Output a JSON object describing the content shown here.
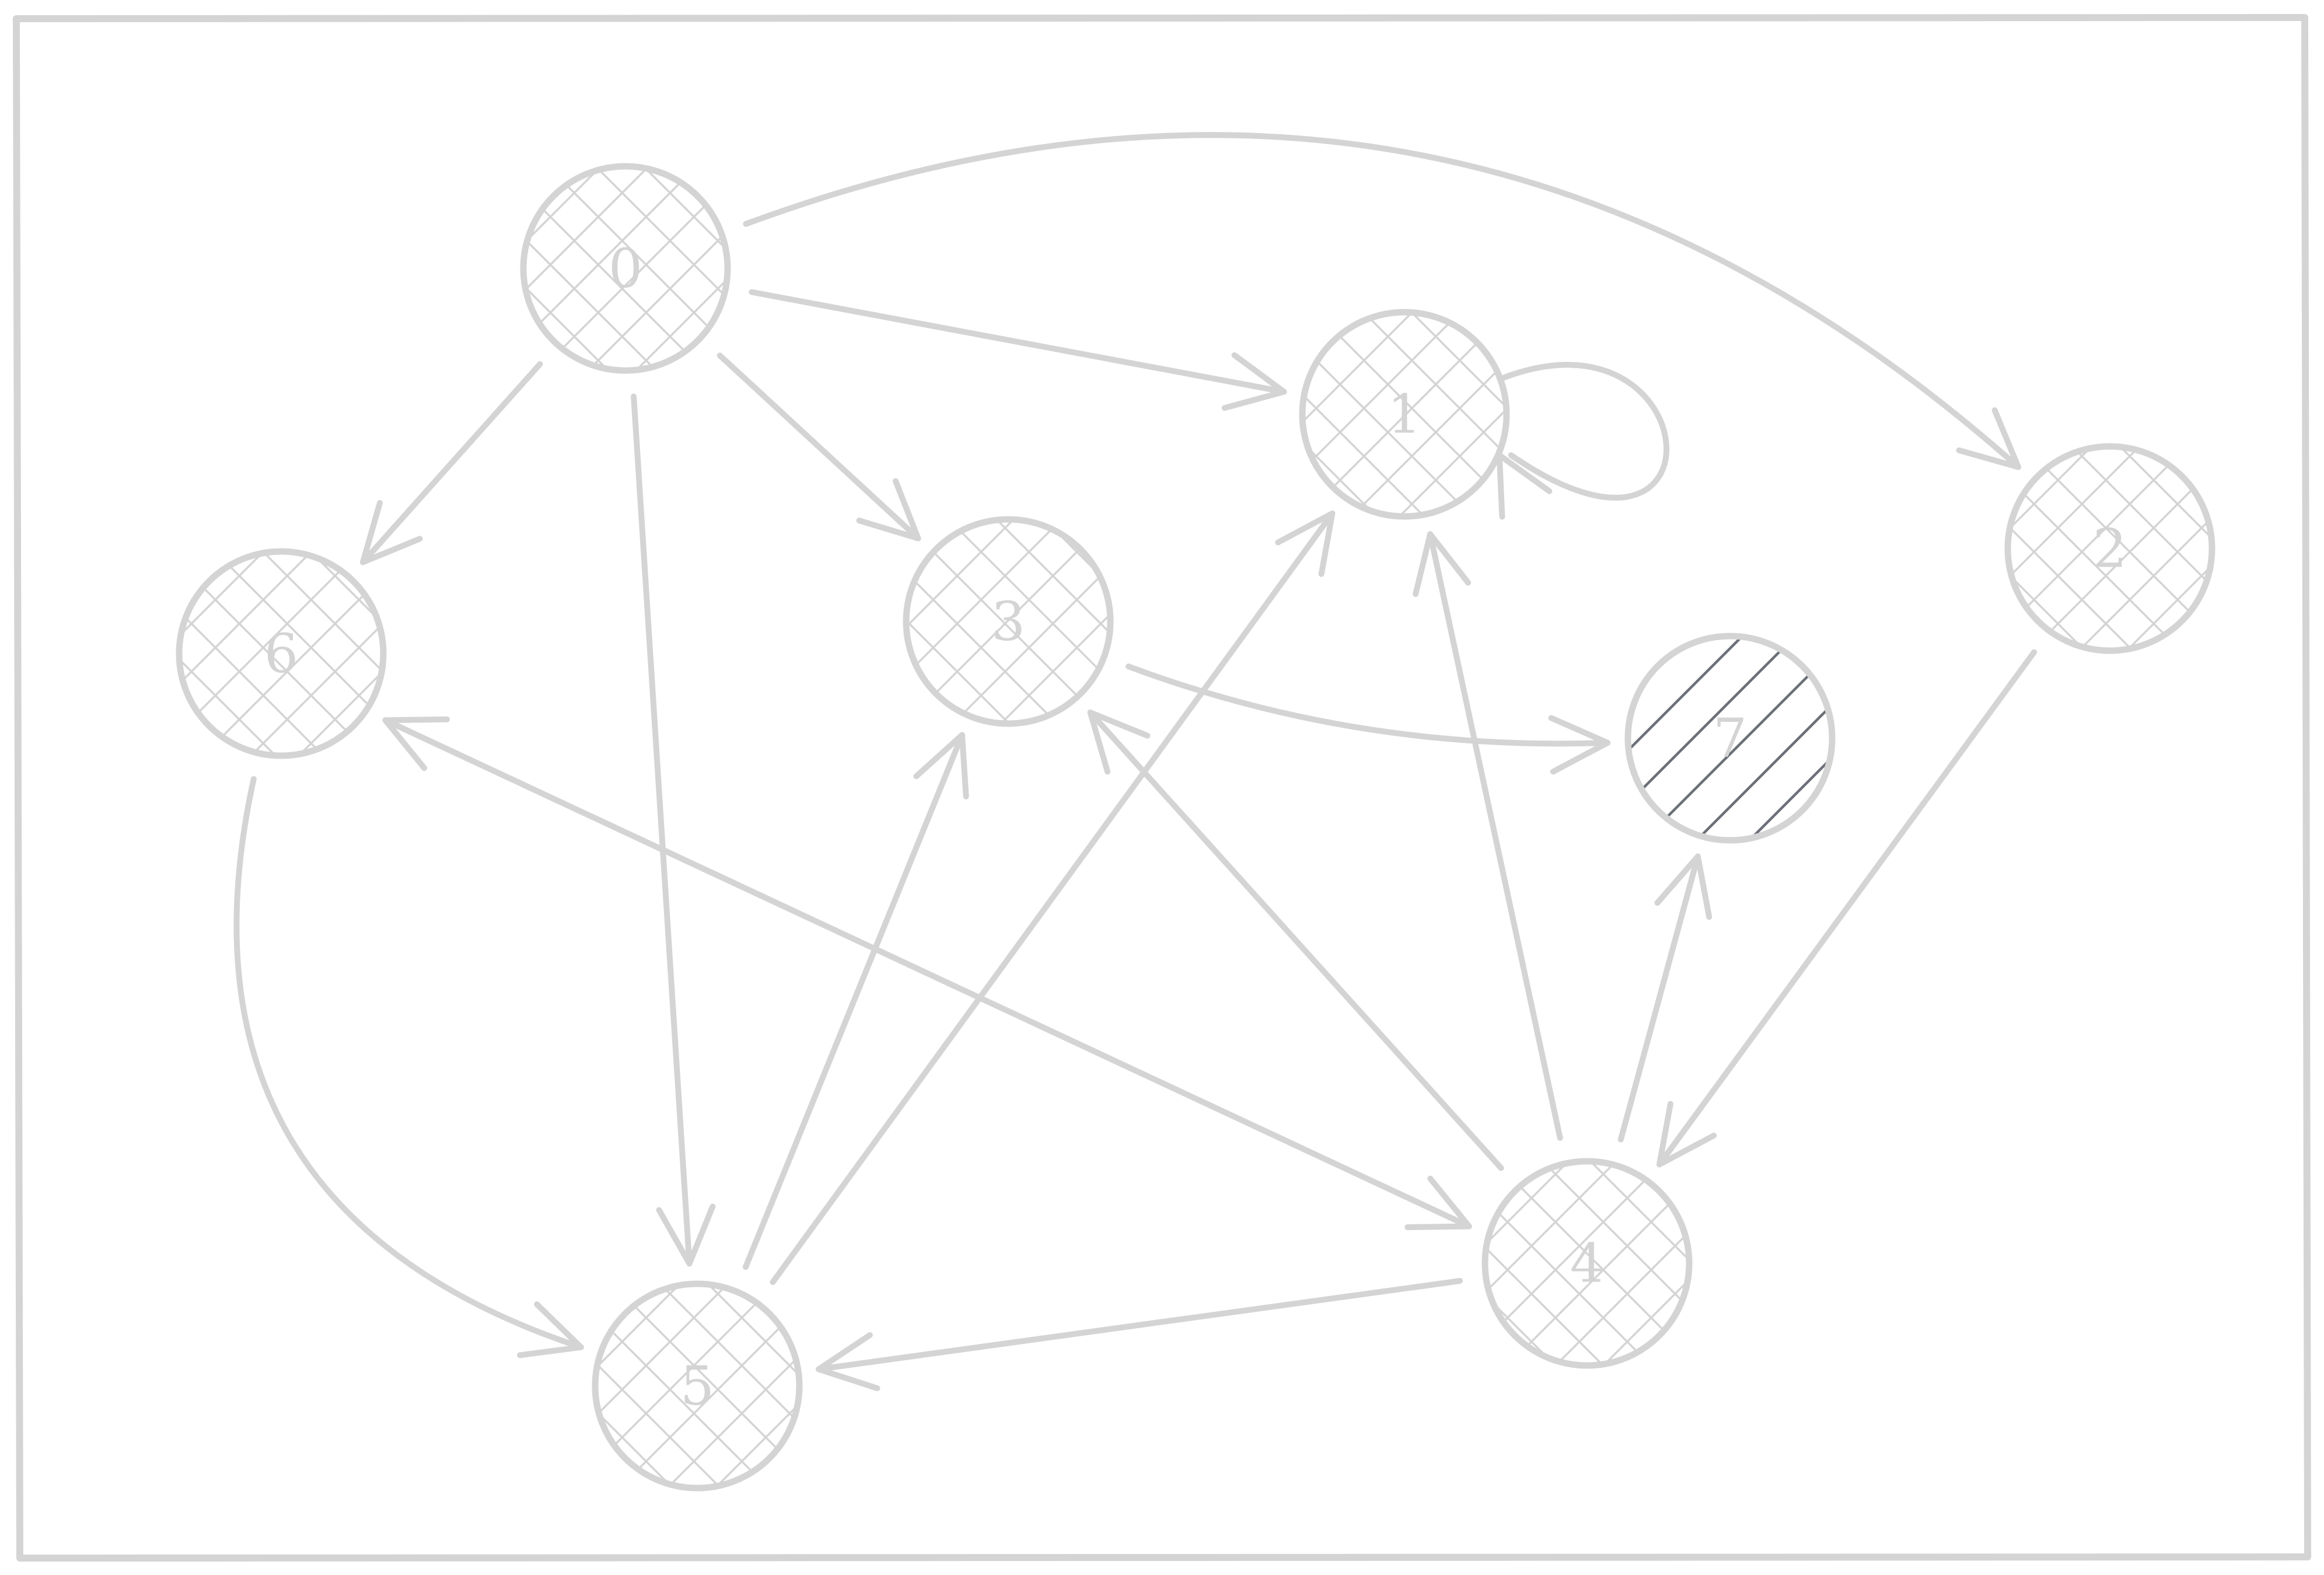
{
  "colors": {
    "stroke": "#d4d4d4",
    "hatch_light": "#d4d4d4",
    "hatch_dark": "#6b6f78",
    "background": "#ffffff"
  },
  "graph": {
    "nodes": [
      {
        "id": "0",
        "label": "0",
        "fill": "crosshatch"
      },
      {
        "id": "1",
        "label": "1",
        "fill": "crosshatch"
      },
      {
        "id": "2",
        "label": "2",
        "fill": "crosshatch"
      },
      {
        "id": "3",
        "label": "3",
        "fill": "crosshatch"
      },
      {
        "id": "4",
        "label": "4",
        "fill": "crosshatch"
      },
      {
        "id": "5",
        "label": "5",
        "fill": "crosshatch"
      },
      {
        "id": "6",
        "label": "6",
        "fill": "crosshatch"
      },
      {
        "id": "7",
        "label": "7",
        "fill": "diagonal-dark"
      }
    ],
    "edges": [
      {
        "from": "0",
        "to": "1"
      },
      {
        "from": "0",
        "to": "2"
      },
      {
        "from": "0",
        "to": "3"
      },
      {
        "from": "0",
        "to": "5"
      },
      {
        "from": "0",
        "to": "6"
      },
      {
        "from": "1",
        "to": "1"
      },
      {
        "from": "2",
        "to": "4"
      },
      {
        "from": "3",
        "to": "7"
      },
      {
        "from": "4",
        "to": "1"
      },
      {
        "from": "4",
        "to": "3"
      },
      {
        "from": "4",
        "to": "5"
      },
      {
        "from": "4",
        "to": "6"
      },
      {
        "from": "4",
        "to": "7"
      },
      {
        "from": "5",
        "to": "1"
      },
      {
        "from": "5",
        "to": "3"
      },
      {
        "from": "6",
        "to": "4"
      },
      {
        "from": "6",
        "to": "5"
      }
    ]
  }
}
